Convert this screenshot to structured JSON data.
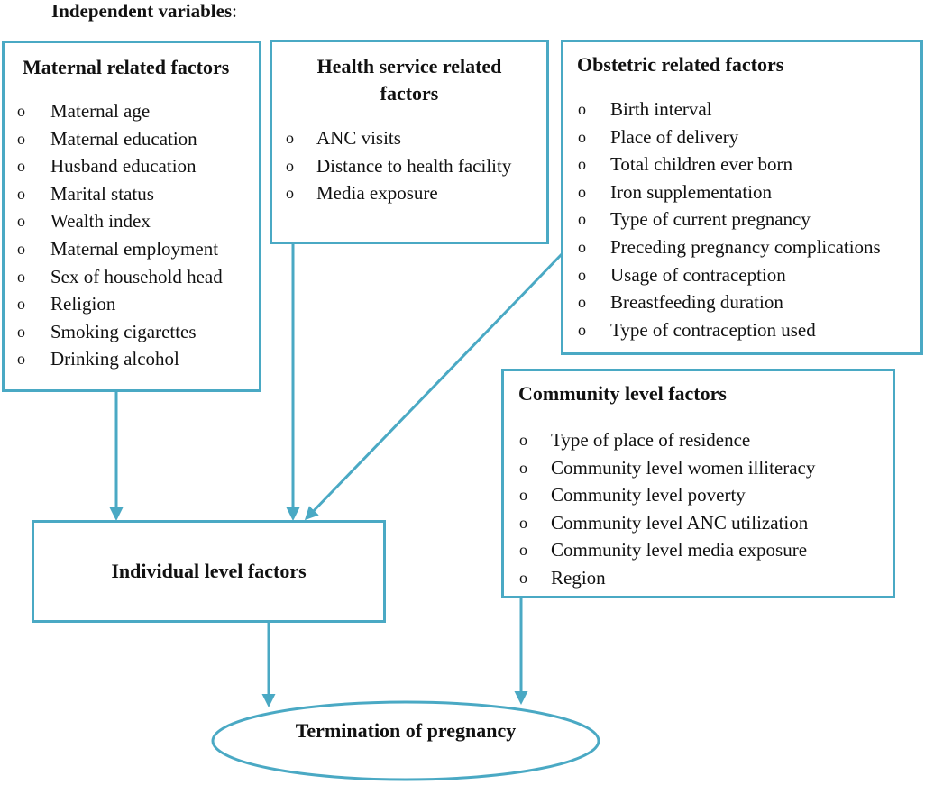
{
  "heading": {
    "label": "Independent variables",
    "colon": ":"
  },
  "maternal": {
    "title": "Maternal related factors",
    "items": [
      "Maternal age",
      "Maternal education",
      "Husband education",
      "Marital status",
      "Wealth index",
      "Maternal employment",
      "Sex of household head",
      "Religion",
      "Smoking cigarettes",
      "Drinking alcohol"
    ]
  },
  "health": {
    "title_line1": "Health service related",
    "title_line2": "factors",
    "items": [
      "ANC visits",
      "Distance to health facility",
      "Media exposure"
    ]
  },
  "obstetric": {
    "title": "Obstetric related factors",
    "items": [
      "Birth interval",
      "Place of delivery",
      "Total children ever born",
      "Iron supplementation",
      "Type of current pregnancy",
      "Preceding pregnancy complications",
      "Usage of contraception",
      "Breastfeeding duration",
      "Type of contraception used"
    ]
  },
  "community": {
    "title": "Community level factors",
    "items": [
      "Type of place of residence",
      "Community level women illiteracy",
      "Community level poverty",
      "Community level ANC utilization",
      "Community level media exposure",
      "Region"
    ]
  },
  "individual": {
    "label": "Individual level factors"
  },
  "outcome": {
    "label": "Termination of pregnancy"
  },
  "bullet": "o",
  "colors": {
    "accent": "#4aa9c4",
    "text": "#111111"
  }
}
